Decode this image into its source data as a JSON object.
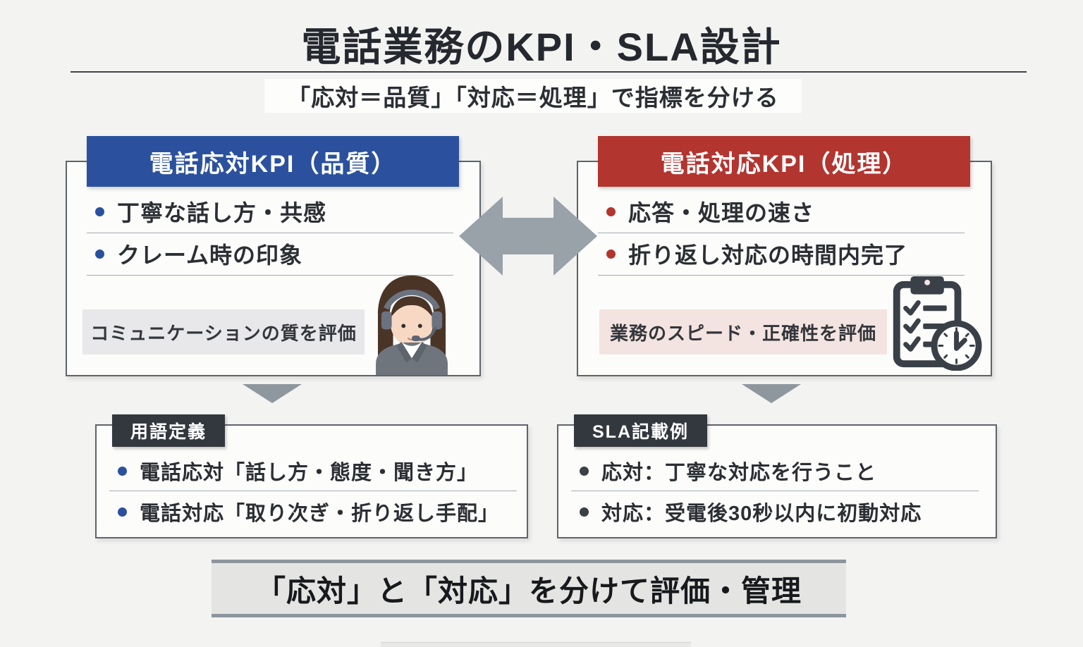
{
  "page": {
    "title": "電話業務のKPI・SLA設計",
    "subtitle": "「応対＝品質」「対応＝処理」で指標を分ける"
  },
  "quality_panel": {
    "header": "電話応対KPI（品質）",
    "items": [
      "丁寧な話し方・共感",
      "クレーム時の印象"
    ],
    "note": "コミュニケーションの質を評価",
    "illustration": "call-center-operator",
    "accent_color": "#2b519e"
  },
  "processing_panel": {
    "header": "電話対応KPI（処理）",
    "items": [
      "応答・処理の速さ",
      "折り返し対応の時間内完了"
    ],
    "note": "業務のスピード・正確性を評価",
    "illustration": "checklist-clock",
    "accent_color": "#b23530"
  },
  "definition_box": {
    "tag": "用語定義",
    "items": [
      "電話応対「話し方・態度・聞き方」",
      "電話対応「取り次ぎ・折り返し手配」"
    ]
  },
  "sla_box": {
    "tag": "SLA記載例",
    "items": [
      "応対：丁寧な対応を行うこと",
      "対応：受電後30秒以内に初動対応"
    ]
  },
  "footer_banner": {
    "text": "「応対」と「対応」を分けて評価・管理"
  },
  "colors": {
    "background": "#f3f3f1",
    "quality_blue": "#2b519e",
    "processing_red": "#b23530",
    "note_gray": "#e8e8eb",
    "note_pink": "#f3e4e1",
    "tag_dark": "#33383e",
    "arrow_gray": "#99a1a9"
  }
}
